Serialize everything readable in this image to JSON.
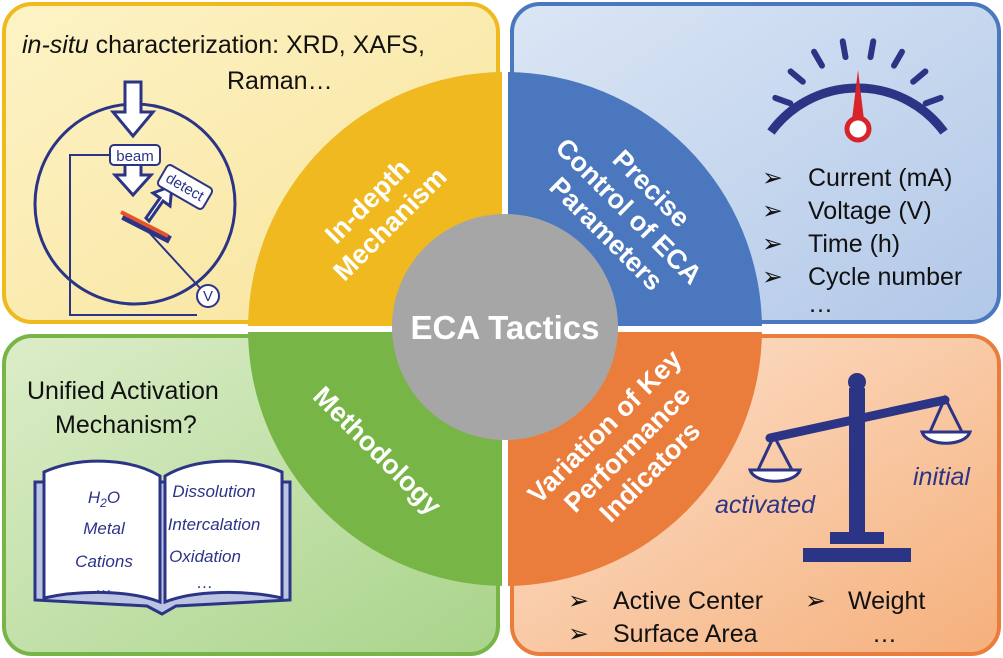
{
  "center_label": "ECA Tactics",
  "ring": {
    "top_left": [
      "In-depth",
      "Mechanism"
    ],
    "top_right": [
      "Precise",
      "Control of ECA",
      "Parameters"
    ],
    "bottom_left": [
      "Methodology"
    ],
    "bottom_right": [
      "Variation of Key",
      "Performance",
      "Indicators"
    ]
  },
  "top_left_panel": {
    "heading_italic": "in-situ",
    "heading_rest": " characterization: XRD, XAFS,",
    "heading_line2": "Raman…",
    "beam_label": "beam",
    "detect_label": "detect",
    "volt_label": "V"
  },
  "top_right_panel": {
    "bullets": [
      "Current (mA)",
      "Voltage (V)",
      "Time (h)",
      "Cycle number"
    ],
    "ellipsis": "…"
  },
  "bottom_left_panel": {
    "question_line1": "Unified Activation",
    "question_line2": "Mechanism?",
    "book_left": [
      "H2O",
      "Metal",
      "Cations",
      "…"
    ],
    "book_right": [
      "Dissolution",
      "Intercalation",
      "Oxidation",
      "…"
    ]
  },
  "bottom_right_panel": {
    "label_activated": "activated",
    "label_initial": "initial",
    "bullets_left": [
      "Active Center",
      "Surface Area"
    ],
    "bullets_right": [
      "Weight"
    ],
    "ellipsis": "…"
  },
  "colors": {
    "yellow_panel": "#fbeeb2",
    "yellow_ring": "#efb91f",
    "blue_panel": "#c7d8ef",
    "blue_ring": "#4a77bd",
    "green_panel": "#c8e3b0",
    "green_ring": "#77b546",
    "orange_panel": "#f7c9a8",
    "orange_ring": "#ea7d3c",
    "center_gray": "#a6a6a6",
    "ink_navy": "#2c3486",
    "gauge_needle": "#d8232a"
  }
}
